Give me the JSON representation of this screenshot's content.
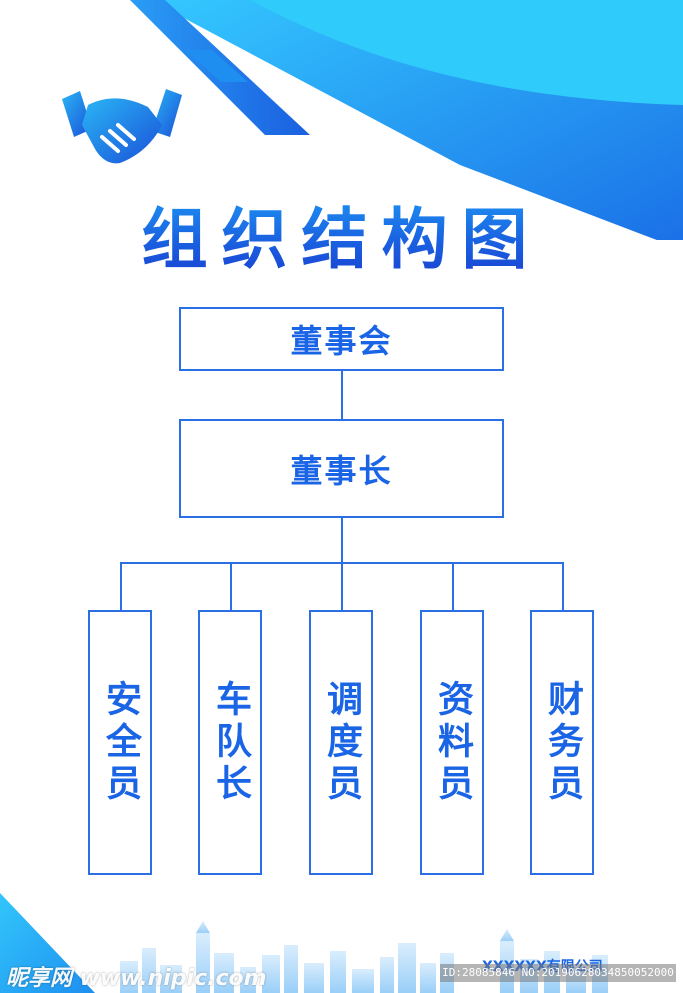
{
  "title": "组织结构图",
  "colors": {
    "primary": "#2a6fe6",
    "accent": "#1e9cf5",
    "dark_accent": "#1a3fd0",
    "text": "#1a64e6"
  },
  "icons": [
    "handshake-icon",
    "city-skyline"
  ],
  "org": {
    "board": "董事会",
    "chairman": "董事长",
    "departments": [
      "安全员",
      "车队长",
      "调度员",
      "资料员",
      "财务员"
    ]
  },
  "company": "XXXXXX有限公司",
  "watermark": {
    "logo_text": "昵享网 www.nipic.com",
    "id_text": "ID:28085846 NO:20190628034850052000"
  }
}
